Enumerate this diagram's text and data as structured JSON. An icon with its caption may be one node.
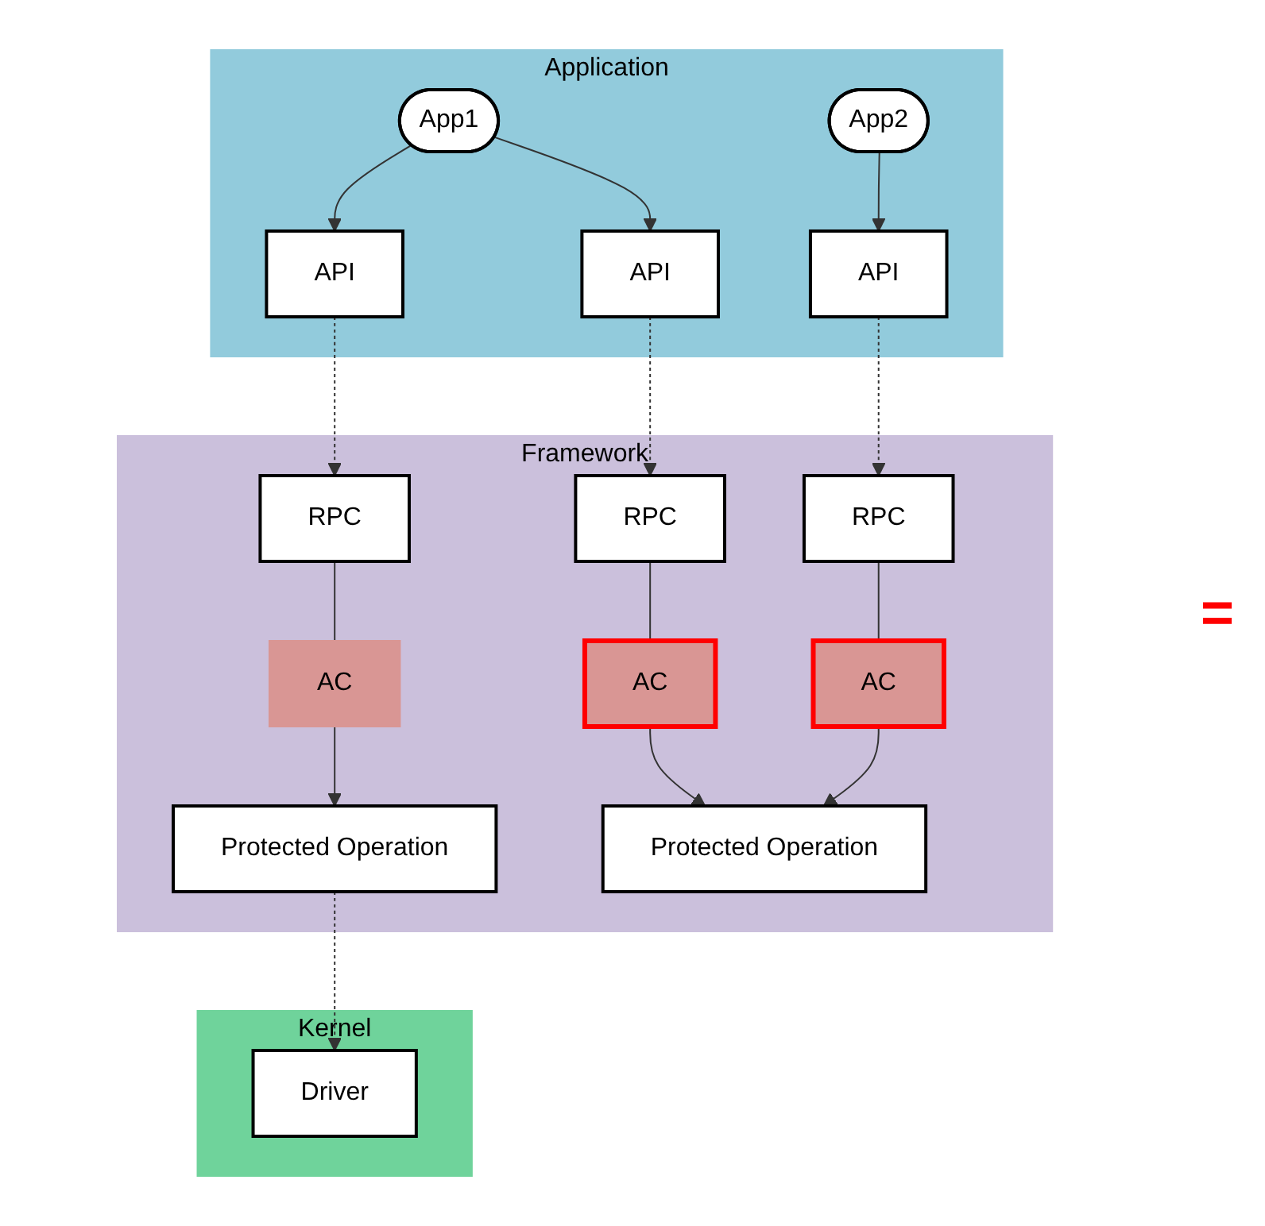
{
  "diagram": {
    "nodes": [
      {
        "text": [
          "Application"
        ]
      },
      {
        "text": [
          "App1"
        ],
        "in": 0
      },
      {
        "text": [
          "App2"
        ],
        "in": 0
      },
      {
        "text": [
          "API"
        ],
        "in": 0
      },
      {
        "text": [
          "API"
        ],
        "in": 0
      },
      {
        "text": [
          "API"
        ],
        "in": 0
      },
      {
        "text": [
          "Framework"
        ]
      },
      {
        "text": [
          "RPC"
        ],
        "in": 6
      },
      {
        "text": [
          "RPC"
        ],
        "in": 6
      },
      {
        "text": [
          "RPC"
        ],
        "in": 6
      },
      {
        "text": [
          "AC"
        ],
        "in": 6
      },
      {
        "text": [
          "AC"
        ],
        "in": 6
      },
      {
        "text": [
          "AC"
        ],
        "in": 6
      },
      {
        "text": [
          "Protected Operation"
        ],
        "in": 6
      },
      {
        "text": [
          "Protected Operation"
        ],
        "in": 6
      },
      {
        "text": [
          "Kernel"
        ]
      },
      {
        "text": [
          "Driver"
        ],
        "in": 15
      }
    ],
    "edges": [
      {
        "from": 1,
        "to": 3,
        "arrow": "to"
      },
      {
        "from": 1,
        "to": 4,
        "arrow": "to"
      },
      {
        "from": 2,
        "to": 5,
        "arrow": "to"
      },
      {
        "from": 3,
        "to": 7,
        "arrow": "to",
        "style": "dashed"
      },
      {
        "from": 4,
        "to": 8,
        "arrow": "to",
        "style": "dashed"
      },
      {
        "from": 5,
        "to": 9,
        "arrow": "to",
        "style": "dashed"
      },
      {
        "from": 7,
        "to": 10,
        "arrow": "none"
      },
      {
        "from": 10,
        "to": 13,
        "arrow": "to"
      },
      {
        "from": 8,
        "to": 11,
        "arrow": "none"
      },
      {
        "from": 11,
        "to": 14,
        "arrow": "to"
      },
      {
        "from": 9,
        "to": 12,
        "arrow": "none"
      },
      {
        "from": 12,
        "to": 14,
        "arrow": "to"
      },
      {
        "from": 13,
        "to": 16,
        "arrow": "to",
        "style": "dashed"
      }
    ],
    "labels": [
      "="
    ]
  }
}
